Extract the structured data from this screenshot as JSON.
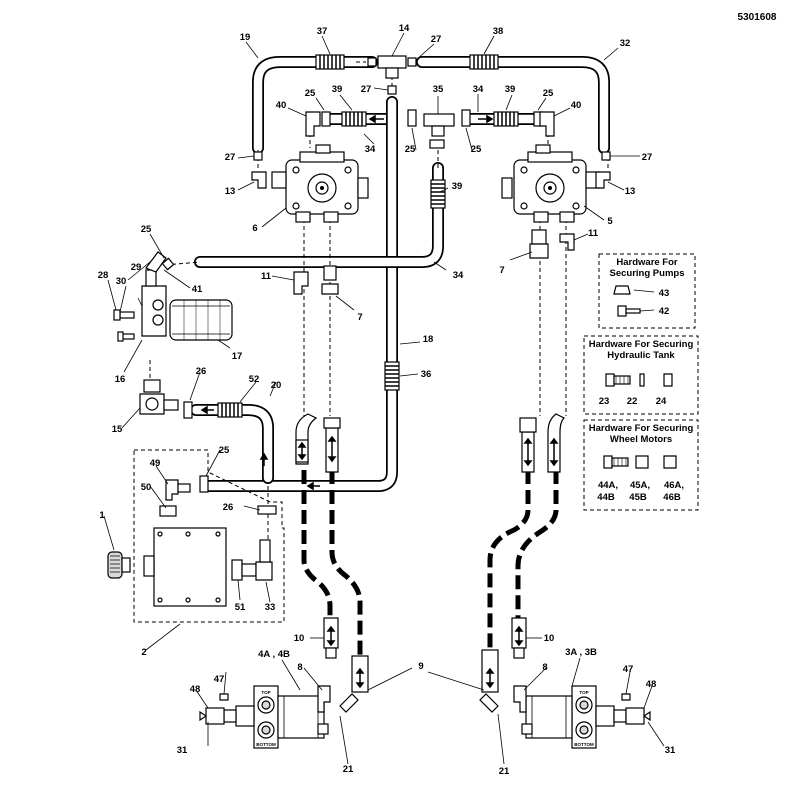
{
  "document_id": "5301608",
  "hardware_boxes": {
    "pumps": {
      "title_line1": "Hardware For",
      "title_line2": "Securing Pumps"
    },
    "tank": {
      "title_line1": "Hardware For Securing",
      "title_line2": "Hydraulic Tank"
    },
    "wheel_motors": {
      "title_line1": "Hardware For Securing",
      "title_line2": "Wheel Motors"
    }
  },
  "motor_labels": {
    "top": "TOP",
    "bottom": "BOTTOM"
  },
  "callouts": {
    "c1": "1",
    "c2": "2",
    "c3ab": "3A , 3B",
    "c4ab": "4A , 4B",
    "c5": "5",
    "c6": "6",
    "c7": "7",
    "c8": "8",
    "c9": "9",
    "c10": "10",
    "c11": "11",
    "c13": "13",
    "c14": "14",
    "c15": "15",
    "c16": "16",
    "c17": "17",
    "c18": "18",
    "c19": "19",
    "c20": "20",
    "c21": "21",
    "c22": "22",
    "c23": "23",
    "c24": "24",
    "c25": "25",
    "c26": "26",
    "c27": "27",
    "c28": "28",
    "c29": "29",
    "c30": "30",
    "c31": "31",
    "c32": "32",
    "c33": "33",
    "c34": "34",
    "c35": "35",
    "c36": "36",
    "c37": "37",
    "c38": "38",
    "c39": "39",
    "c40": "40",
    "c41": "41",
    "c42": "42",
    "c43": "43",
    "c44a": "44A,",
    "c44b": "44B",
    "c45a": "45A,",
    "c45b": "45B",
    "c46a": "46A,",
    "c46b": "46B",
    "c47": "47",
    "c48": "48",
    "c49": "49",
    "c50": "50",
    "c51": "51",
    "c52": "52"
  }
}
